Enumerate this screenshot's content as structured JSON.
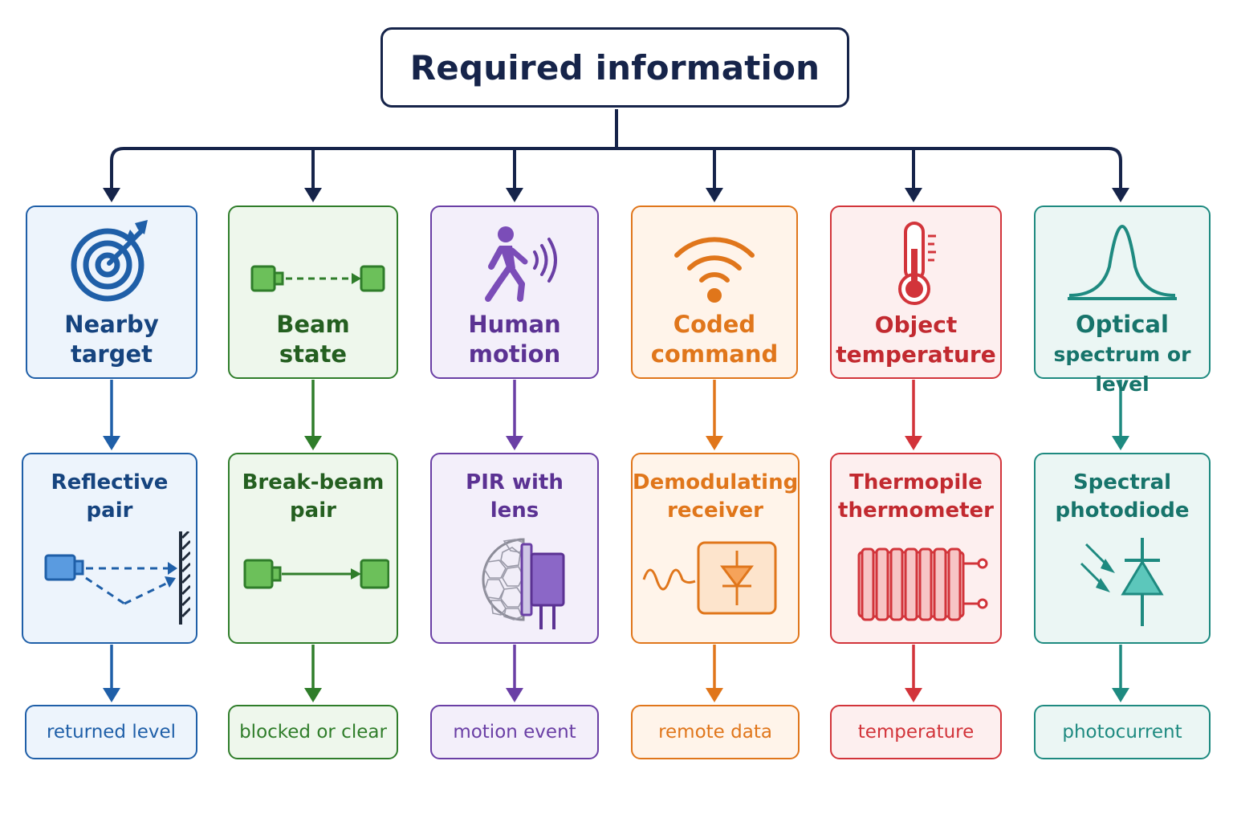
{
  "root": {
    "title": "Required information"
  },
  "colors": {
    "trunk": "#16244a",
    "branches": [
      "#1f5fa8",
      "#2f7d2a",
      "#6a3fa5",
      "#e0761b",
      "#d2343a",
      "#1e8a80"
    ]
  },
  "columns": [
    {
      "need": {
        "line1": "Nearby",
        "line2": "target",
        "icon": "target-icon"
      },
      "sensor": {
        "line1": "Reflective",
        "line2": "pair",
        "icon": "reflective-pair-icon"
      },
      "output": "returned level"
    },
    {
      "need": {
        "line1": "Beam",
        "line2": "state",
        "icon": "beam-icon"
      },
      "sensor": {
        "line1": "Break-beam",
        "line2": "pair",
        "icon": "break-beam-icon"
      },
      "output": "blocked or clear"
    },
    {
      "need": {
        "line1": "Human",
        "line2": "motion",
        "icon": "walking-person-icon"
      },
      "sensor": {
        "line1": "PIR with",
        "line2": "lens",
        "icon": "pir-sensor-icon"
      },
      "output": "motion event"
    },
    {
      "need": {
        "line1": "Coded",
        "line2": "command",
        "icon": "wireless-signal-icon"
      },
      "sensor": {
        "line1": "Demodulating",
        "line2": "receiver",
        "icon": "receiver-diode-icon"
      },
      "output": "remote data"
    },
    {
      "need": {
        "line1": "Object",
        "line2": "temperature",
        "icon": "thermometer-icon"
      },
      "sensor": {
        "line1": "Thermopile",
        "line2": "thermometer",
        "icon": "thermopile-icon"
      },
      "output": "temperature"
    },
    {
      "need": {
        "line1": "Optical",
        "line2": "spectrum or level",
        "icon": "spectrum-peak-icon"
      },
      "sensor": {
        "line1": "Spectral",
        "line2": "photodiode",
        "icon": "photodiode-icon"
      },
      "output": "photocurrent"
    }
  ]
}
